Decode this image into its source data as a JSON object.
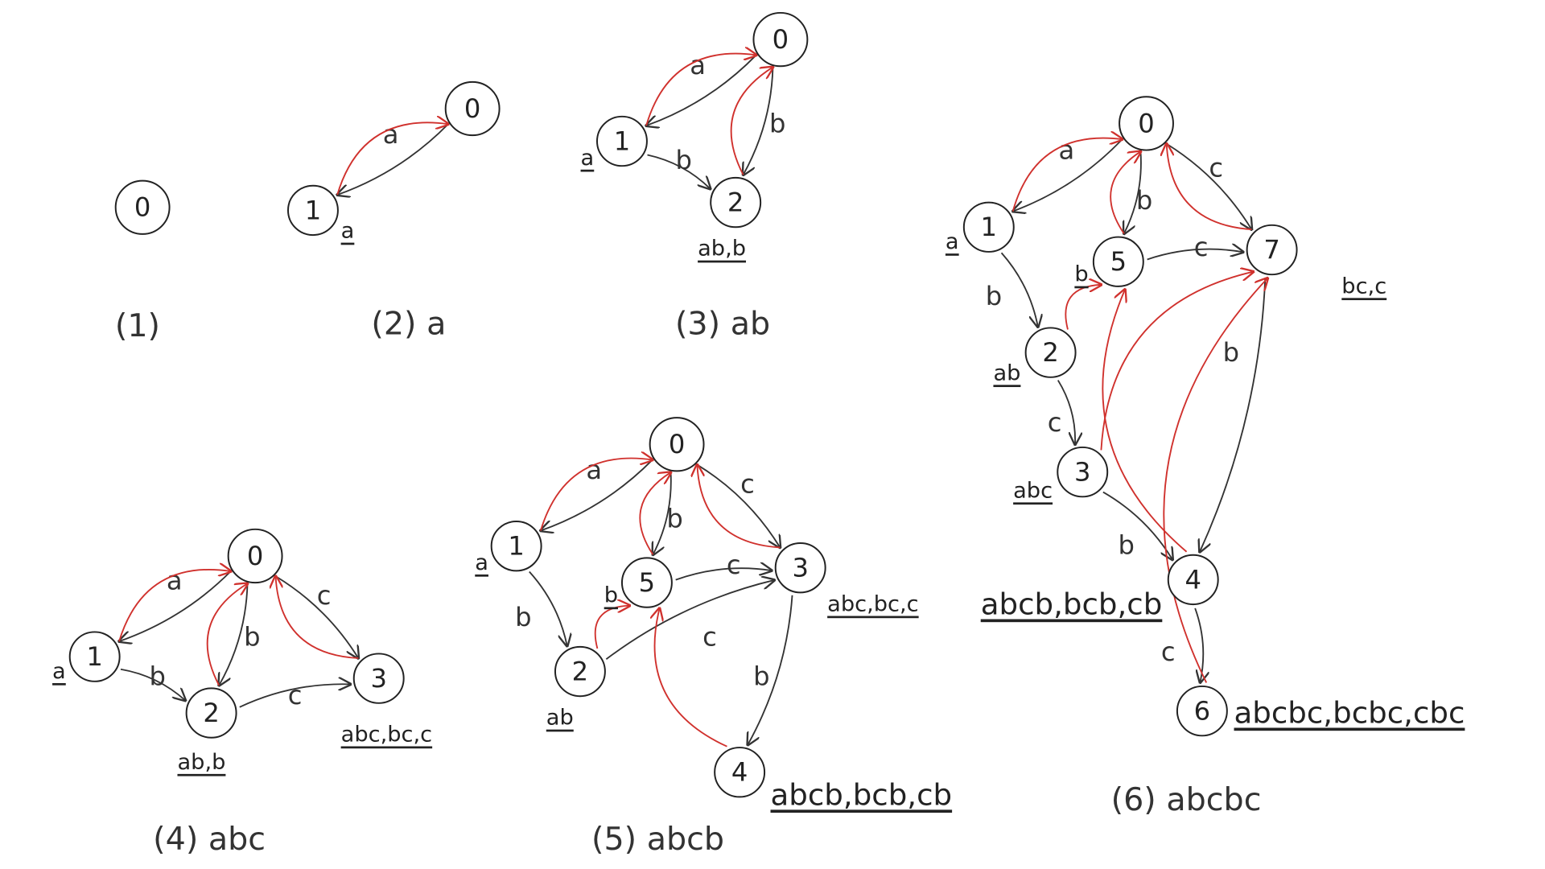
{
  "title": "Suffix automaton construction for abcbc",
  "colors": {
    "transition": "#333333",
    "suffix_link": "#d0312d"
  },
  "graphs": [
    {
      "caption": "(1)",
      "nodes": [
        "0"
      ],
      "edges": [],
      "annotations": []
    },
    {
      "caption": "(2) a",
      "nodes": [
        "0",
        "1"
      ],
      "edges": [
        {
          "from": "0",
          "to": "1",
          "label": "a",
          "kind": "trans"
        },
        {
          "from": "1",
          "to": "0",
          "label": "",
          "kind": "link"
        }
      ],
      "annotations": [
        {
          "node": "1",
          "text": "a"
        }
      ]
    },
    {
      "caption": "(3) ab",
      "nodes": [
        "0",
        "1",
        "2"
      ],
      "edges": [
        {
          "from": "0",
          "to": "1",
          "label": "a",
          "kind": "trans"
        },
        {
          "from": "0",
          "to": "2",
          "label": "b",
          "kind": "trans"
        },
        {
          "from": "1",
          "to": "2",
          "label": "b",
          "kind": "trans"
        },
        {
          "from": "1",
          "to": "0",
          "label": "",
          "kind": "link"
        },
        {
          "from": "2",
          "to": "0",
          "label": "",
          "kind": "link"
        }
      ],
      "annotations": [
        {
          "node": "1",
          "text": "a"
        },
        {
          "node": "2",
          "text": "ab,b"
        }
      ]
    },
    {
      "caption": "(4) abc",
      "nodes": [
        "0",
        "1",
        "2",
        "3"
      ],
      "edges": [
        {
          "from": "0",
          "to": "1",
          "label": "a",
          "kind": "trans"
        },
        {
          "from": "0",
          "to": "2",
          "label": "b",
          "kind": "trans"
        },
        {
          "from": "1",
          "to": "2",
          "label": "b",
          "kind": "trans"
        },
        {
          "from": "0",
          "to": "3",
          "label": "c",
          "kind": "trans"
        },
        {
          "from": "2",
          "to": "3",
          "label": "c",
          "kind": "trans"
        },
        {
          "from": "1",
          "to": "0",
          "label": "",
          "kind": "link"
        },
        {
          "from": "2",
          "to": "0",
          "label": "",
          "kind": "link"
        },
        {
          "from": "3",
          "to": "0",
          "label": "",
          "kind": "link"
        }
      ],
      "annotations": [
        {
          "node": "1",
          "text": "a"
        },
        {
          "node": "2",
          "text": "ab,b"
        },
        {
          "node": "3",
          "text": "abc,bc,c"
        }
      ]
    },
    {
      "caption": "(5) abcb",
      "nodes": [
        "0",
        "1",
        "5",
        "3",
        "2",
        "4"
      ],
      "edges": [
        {
          "from": "0",
          "to": "1",
          "label": "a",
          "kind": "trans"
        },
        {
          "from": "0",
          "to": "5",
          "label": "b",
          "kind": "trans"
        },
        {
          "from": "0",
          "to": "3",
          "label": "c",
          "kind": "trans"
        },
        {
          "from": "5",
          "to": "3",
          "label": "c",
          "kind": "trans"
        },
        {
          "from": "1",
          "to": "2",
          "label": "b",
          "kind": "trans"
        },
        {
          "from": "2",
          "to": "3",
          "label": "c",
          "kind": "trans"
        },
        {
          "from": "3",
          "to": "4",
          "label": "b",
          "kind": "trans"
        },
        {
          "from": "1",
          "to": "0",
          "label": "",
          "kind": "link"
        },
        {
          "from": "5",
          "to": "0",
          "label": "",
          "kind": "link"
        },
        {
          "from": "3",
          "to": "0",
          "label": "",
          "kind": "link"
        },
        {
          "from": "2",
          "to": "5",
          "label": "",
          "kind": "link"
        },
        {
          "from": "4",
          "to": "5",
          "label": "",
          "kind": "link"
        }
      ],
      "annotations": [
        {
          "node": "1",
          "text": "a"
        },
        {
          "node": "5",
          "text": "b"
        },
        {
          "node": "2",
          "text": "ab"
        },
        {
          "node": "3",
          "text": "abc,bc,c"
        },
        {
          "node": "4",
          "text": "abcb,bcb,cb"
        }
      ]
    },
    {
      "caption": "(6) abcbc",
      "nodes": [
        "0",
        "1",
        "5",
        "7",
        "2",
        "3",
        "4",
        "6"
      ],
      "edges": [
        {
          "from": "0",
          "to": "1",
          "label": "a",
          "kind": "trans"
        },
        {
          "from": "0",
          "to": "5",
          "label": "b",
          "kind": "trans"
        },
        {
          "from": "0",
          "to": "7",
          "label": "c",
          "kind": "trans"
        },
        {
          "from": "5",
          "to": "7",
          "label": "c",
          "kind": "trans"
        },
        {
          "from": "1",
          "to": "2",
          "label": "b",
          "kind": "trans"
        },
        {
          "from": "2",
          "to": "3",
          "label": "c",
          "kind": "trans"
        },
        {
          "from": "3",
          "to": "4",
          "label": "b",
          "kind": "trans"
        },
        {
          "from": "7",
          "to": "4",
          "label": "b",
          "kind": "trans"
        },
        {
          "from": "4",
          "to": "6",
          "label": "c",
          "kind": "trans"
        },
        {
          "from": "1",
          "to": "0",
          "label": "",
          "kind": "link"
        },
        {
          "from": "5",
          "to": "0",
          "label": "",
          "kind": "link"
        },
        {
          "from": "7",
          "to": "0",
          "label": "",
          "kind": "link"
        },
        {
          "from": "2",
          "to": "5",
          "label": "",
          "kind": "link"
        },
        {
          "from": "3",
          "to": "7",
          "label": "",
          "kind": "link"
        },
        {
          "from": "4",
          "to": "5",
          "label": "",
          "kind": "link"
        },
        {
          "from": "6",
          "to": "7",
          "label": "",
          "kind": "link"
        }
      ],
      "annotations": [
        {
          "node": "1",
          "text": "a"
        },
        {
          "node": "5",
          "text": "b"
        },
        {
          "node": "2",
          "text": "ab"
        },
        {
          "node": "3",
          "text": "abc"
        },
        {
          "node": "4",
          "text": "abcb,bcb,cb"
        },
        {
          "node": "6",
          "text": "abcbc,bcbc,cbc"
        },
        {
          "node": "7",
          "text": "bc,c"
        }
      ]
    }
  ]
}
